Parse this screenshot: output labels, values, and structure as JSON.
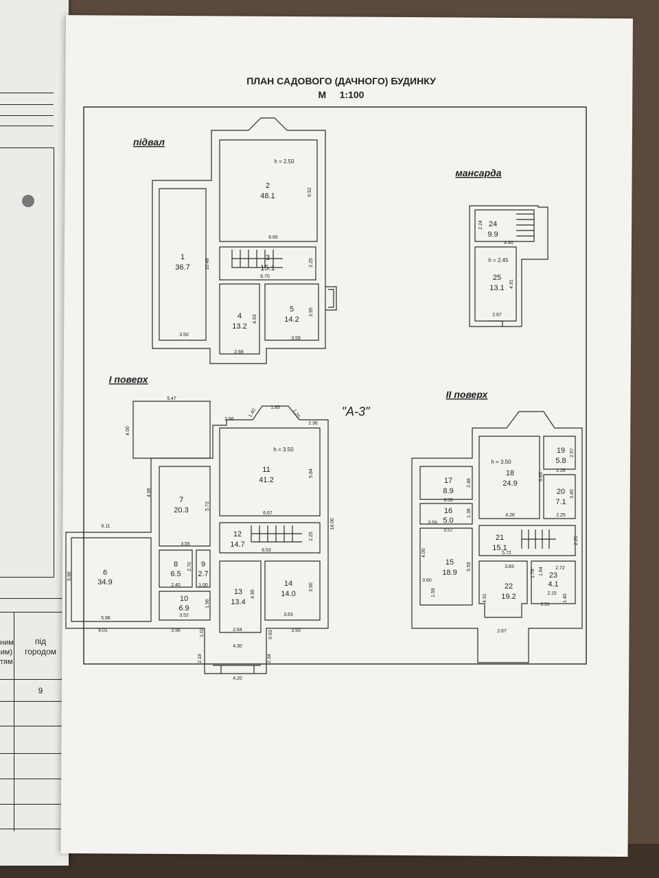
{
  "document": {
    "title": "ПЛАН САДОВОГО (ДАЧНОГО) БУДИНКУ",
    "scale": "М     1:100",
    "stamp": "\"А-3\""
  },
  "floors": {
    "basement": {
      "name": "підвал",
      "height": "h = 2.50",
      "rooms": [
        {
          "no": "1",
          "area": "36.7"
        },
        {
          "no": "2",
          "area": "48.1"
        },
        {
          "no": "3",
          "area": "15.1"
        },
        {
          "no": "4",
          "area": "13.2"
        },
        {
          "no": "5",
          "area": "14.2"
        }
      ],
      "dims": [
        "6.92",
        "6.65",
        "10.48",
        "2.25",
        "6.70",
        "4.93",
        "3.95",
        "3.50",
        "2.68",
        "3.59"
      ]
    },
    "attic": {
      "name": "мансарда",
      "height": "h = 2.45",
      "rooms": [
        {
          "no": "24",
          "area": "9.9"
        },
        {
          "no": "25",
          "area": "13.1"
        }
      ],
      "dims": [
        "2.24",
        "4.40",
        "4.91",
        "2.67"
      ]
    },
    "first": {
      "name": "I поверх",
      "height": "h = 3.50",
      "rooms": [
        {
          "no": "6",
          "area": "34.9"
        },
        {
          "no": "7",
          "area": "20.3"
        },
        {
          "no": "8",
          "area": "6.5"
        },
        {
          "no": "9",
          "area": "2.7"
        },
        {
          "no": "10",
          "area": "6.9"
        },
        {
          "no": "11",
          "area": "41.2"
        },
        {
          "no": "12",
          "area": "14.7"
        },
        {
          "no": "13",
          "area": "13.4"
        },
        {
          "no": "14",
          "area": "14.0"
        }
      ],
      "dims": [
        "5.47",
        "4.00",
        "4.96",
        "5.73",
        "3.55",
        "2.70",
        "2.40",
        "1.00",
        "3.52",
        "1.96",
        "6.11",
        "5.96",
        "5.96",
        "6.01",
        "3.96",
        "1.02",
        "2.18",
        "2.64",
        "4.30",
        "0.93",
        "3.93",
        "2.34",
        "4.20",
        "2.56",
        "1.40",
        "1.85",
        "1.25",
        "2.36",
        "6.67",
        "5.84",
        "2.25",
        "6.53",
        "14.06",
        "4.95",
        "3.90",
        "3.63"
      ]
    },
    "second": {
      "name": "II поверх",
      "height": "h = 3.50",
      "rooms": [
        {
          "no": "15",
          "area": "18.9"
        },
        {
          "no": "16",
          "area": "5.0"
        },
        {
          "no": "17",
          "area": "8.9"
        },
        {
          "no": "18",
          "area": "24.9"
        },
        {
          "no": "19",
          "area": "5.8"
        },
        {
          "no": "20",
          "area": "7.1"
        },
        {
          "no": "21",
          "area": "15.1"
        },
        {
          "no": "22",
          "area": "19.2"
        },
        {
          "no": "23",
          "area": "4.1"
        }
      ],
      "dims": [
        "2.48",
        "3.58",
        "1.38",
        "3.59",
        "3.57",
        "4.00",
        "5.59",
        "0.60",
        "1.59",
        "5.85",
        "4.26",
        "2.57",
        "2.26",
        "3.40",
        "2.25",
        "5.72",
        "2.25",
        "3.83",
        "1.76",
        "1.64",
        "2.72",
        "4.91",
        "2.15",
        "1.40",
        "3.31",
        "2.67"
      ]
    }
  },
  "underlying_page": {
    "col_label_1": "ним\nим)\nтям",
    "col_label_2": "під\nгородом",
    "value": "9"
  }
}
